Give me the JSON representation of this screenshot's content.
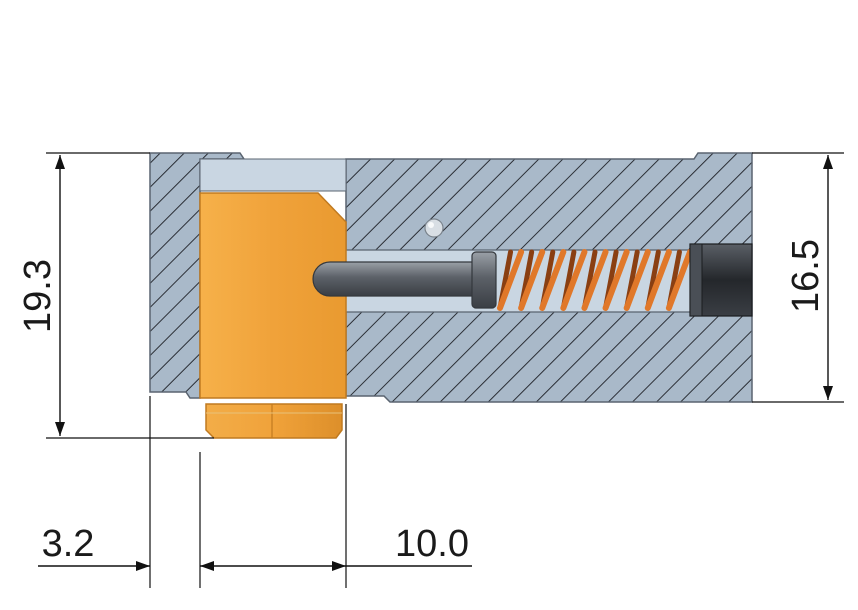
{
  "dimensions": {
    "overall_height": "19.3",
    "body_height": "16.5",
    "wall_thickness": "3.2",
    "insert_width": "10.0"
  },
  "colors": {
    "section_fill": "#a9b9c9",
    "hatch": "#2b2f36",
    "outline": "#5a6470",
    "insert": "#f1a63e",
    "insert_dark": "#d98a22",
    "spring": "#c8621c",
    "pin": "#555a60",
    "cable": "#2a2e33",
    "dimension": "#111111"
  },
  "icons": [
    "compression-spring-icon",
    "plunger-pin-icon",
    "ball-detent-icon"
  ]
}
